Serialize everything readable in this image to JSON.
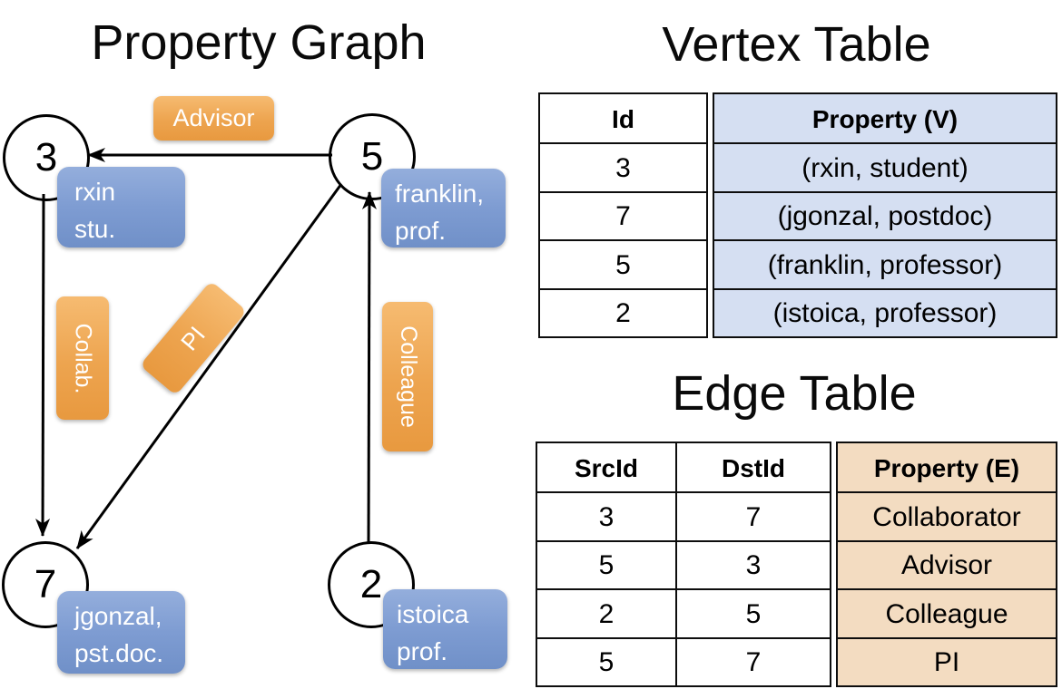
{
  "graph": {
    "title": "Property Graph",
    "nodes": [
      {
        "id": "3",
        "label_lines": [
          "rxin",
          "stu."
        ]
      },
      {
        "id": "5",
        "label_lines": [
          "franklin,",
          "prof."
        ]
      },
      {
        "id": "7",
        "label_lines": [
          "jgonzal,",
          "pst.doc."
        ]
      },
      {
        "id": "2",
        "label_lines": [
          "istoica",
          "prof."
        ]
      }
    ],
    "edge_labels": {
      "advisor": "Advisor",
      "collab": "Collab.",
      "pi": "PI",
      "colleague": "Colleague"
    },
    "edges": [
      {
        "src": "5",
        "dst": "3",
        "label": "Advisor"
      },
      {
        "src": "3",
        "dst": "7",
        "label": "Collab."
      },
      {
        "src": "5",
        "dst": "7",
        "label": "PI"
      },
      {
        "src": "2",
        "dst": "5",
        "label": "Colleague"
      }
    ]
  },
  "vertex_table": {
    "title": "Vertex Table",
    "columns": [
      "Id",
      "Property (V)"
    ],
    "rows": [
      [
        "3",
        "(rxin, student)"
      ],
      [
        "7",
        "(jgonzal, postdoc)"
      ],
      [
        "5",
        "(franklin, professor)"
      ],
      [
        "2",
        "(istoica, professor)"
      ]
    ]
  },
  "edge_table": {
    "title": "Edge Table",
    "columns": [
      "SrcId",
      "DstId",
      "Property (E)"
    ],
    "rows": [
      [
        "3",
        "7",
        "Collaborator"
      ],
      [
        "5",
        "3",
        "Advisor"
      ],
      [
        "2",
        "5",
        "Colleague"
      ],
      [
        "5",
        "7",
        "PI"
      ]
    ]
  },
  "colors": {
    "edge_label_fill": "#eda44f",
    "vertex_label_fill": "#7e9cd2",
    "vertex_property_bg": "#d5dff2",
    "edge_property_bg": "#f3dcc1",
    "line": "#000000"
  }
}
